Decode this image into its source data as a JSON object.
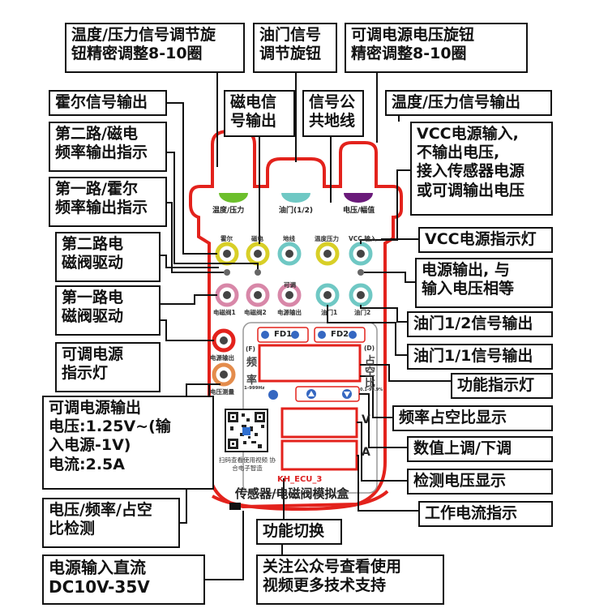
{
  "colors": {
    "outline": "#e3221c",
    "knob_yellow": "#d8cf27",
    "knob_cyan": "#6fc8c4",
    "knob_pink": "#d887a8",
    "knob_orange": "#e48c4c",
    "knob_purple": "#6a1a7a",
    "knob_green": "#6cbf2c",
    "display_border": "#e3221c"
  },
  "callouts": {
    "knob_precision": "温度/压力信号调节旋\n钮精密调整8-10圈",
    "throttle_knob": "油门信号\n调节旋钮",
    "power_knob": "可调电源电压旋钮\n精密调整8-10圈",
    "hall_out": "霍尔信号输出",
    "mag_out": "磁电信\n号输出",
    "signal_gnd": "信号公\n共地线",
    "temp_out": "温度/压力信号输出",
    "ch2_freq": "第二路/磁电\n频率输出指示",
    "vcc_in": "VCC电源输入,\n不输出电压,\n接入传感器电源\n或可调输出电压",
    "ch1_freq": "第一路/霍尔\n频率输出指示",
    "ch2_valve": "第二路电\n磁阀驱动",
    "vcc_led": "VCC电源指示灯",
    "pwr_out": "电源输出, 与\n输入电压相等",
    "ch1_valve": "第一路电\n磁阀驱动",
    "throttle12": "油门1/2信号输出",
    "adj_led": "可调电源\n指示灯",
    "throttle11": "油门1/1信号输出",
    "func_led": "功能指示灯",
    "adj_out": "可调电源输出\n电压:1.25V~(输\n入电源-1V)\n电流:2.5A",
    "freq_duty": "频率占空比显示",
    "updown": "数值上调/下调",
    "volt_disp": "检测电压显示",
    "detect": "电压/频率/占空\n比检测",
    "current": "工作电流指示",
    "func_sw": "功能切换",
    "dc_in": "电源输入直流\nDC10V-35V",
    "wechat": "关注公众号查看使用\n视频更多技术支持"
  },
  "device": {
    "knob_temp": "温度/压力",
    "knob_throttle": "油门(1/2)",
    "knob_power": "电压/幅值",
    "port_hall": "霍尔",
    "port_mag": "磁电",
    "port_gnd": "地线",
    "port_temp": "温度压力",
    "port_vcc": "VCC 输入",
    "port_valve1": "电磁阀1",
    "port_valve2": "电磁阀2",
    "port_pwr_out": "电源输出",
    "port_throttle1": "油门1",
    "port_throttle2": "油门2",
    "plug_label": "可调",
    "jack_adj": "电源输出",
    "jack_detect": "电压测量",
    "fd1": "FD1",
    "fd2": "FD2",
    "freq_tag": "(F)",
    "freq_1": "频",
    "freq_2": "率",
    "freq_range": "1-999Hz",
    "duty_tag": "(D)",
    "duty_1": "占",
    "duty_2": "空",
    "duty_3": "比",
    "duty_range": "0.1-99.9%",
    "unit_v": "V",
    "unit_a": "A",
    "qr_cap": "扫码查看使用视频\n协合电子智造",
    "model": "KH_ECU_3",
    "title": "传感器/电磁阀模拟盒"
  }
}
